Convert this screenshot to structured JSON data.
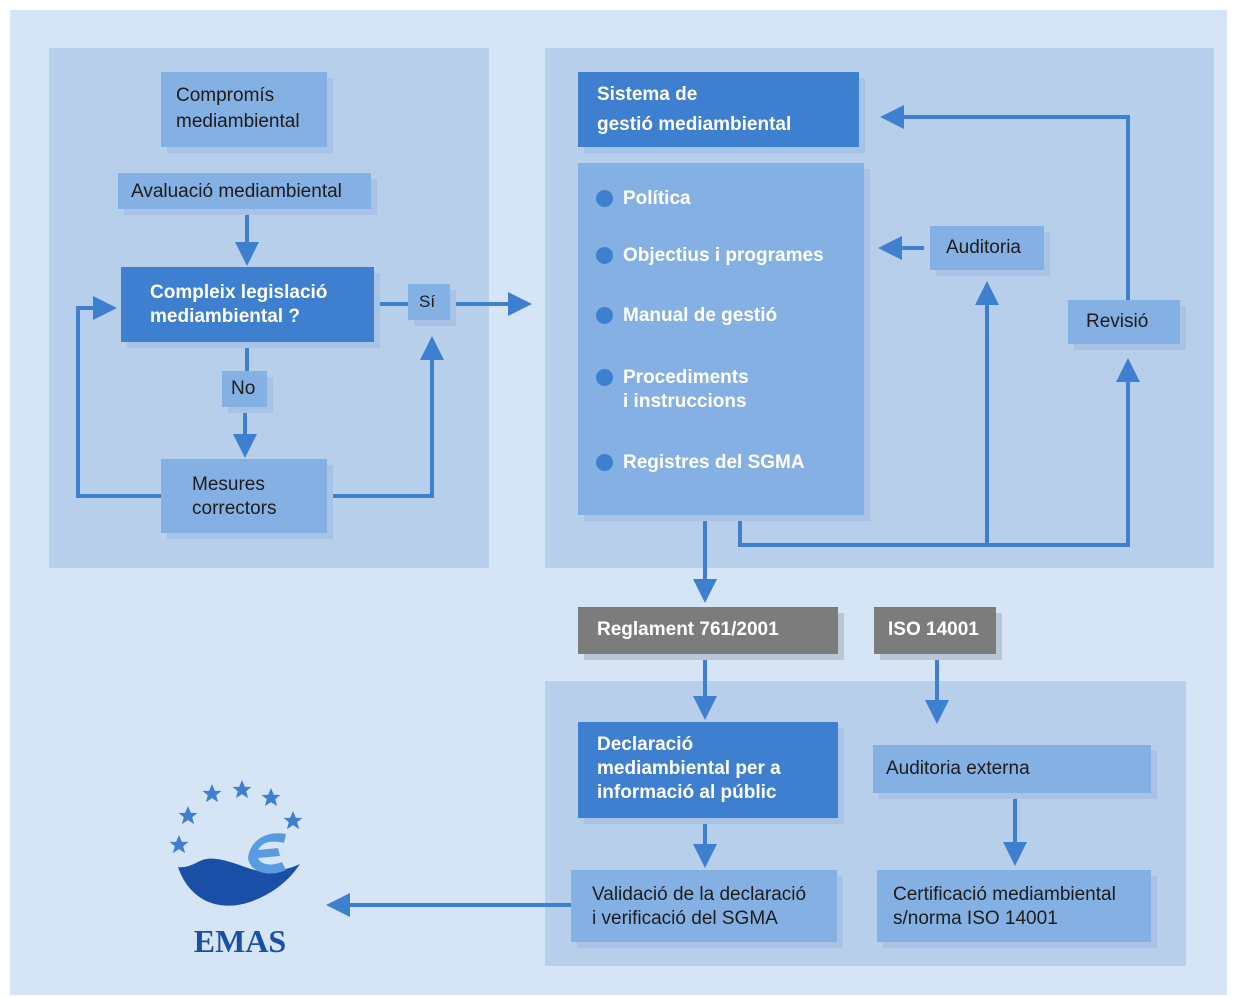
{
  "flow": {
    "commitment": [
      "Compromís",
      "mediambiental"
    ],
    "assessment": "Avaluació mediambiental",
    "complex_question": [
      "Compleix legislació",
      "mediambiental ?"
    ],
    "yes": "Sí",
    "no": "No",
    "corrective": [
      "Mesures",
      "correctors"
    ]
  },
  "system": {
    "title": [
      "Sistema de",
      "gestió mediambiental"
    ],
    "items": [
      "Política",
      "Objectius i programes",
      "Manual de gestió",
      "Procediments|i instruccions",
      "Registres del SGMA"
    ],
    "audit": "Auditoria",
    "review": "Revisió"
  },
  "standards": {
    "regulation": "Reglament 761/2001",
    "iso": "ISO 14001"
  },
  "outputs": {
    "declaration": [
      "Declaració",
      "mediambiental per a",
      "informació al públic"
    ],
    "validation": [
      "Validació de la declaració",
      "i verificació del SGMA"
    ],
    "external_audit": "Auditoria externa",
    "certification": [
      "Certificació mediambiental",
      "s/norma ISO 14001"
    ]
  },
  "logo": {
    "text": "EMAS"
  },
  "colors": {
    "background": "#d6e5f5",
    "panel": "#b8cfec",
    "light_box": "#85b0e3",
    "dark_box": "#3f7fd0",
    "gray_box": "#7c7c7c",
    "arrow": "#3f7fd0"
  }
}
